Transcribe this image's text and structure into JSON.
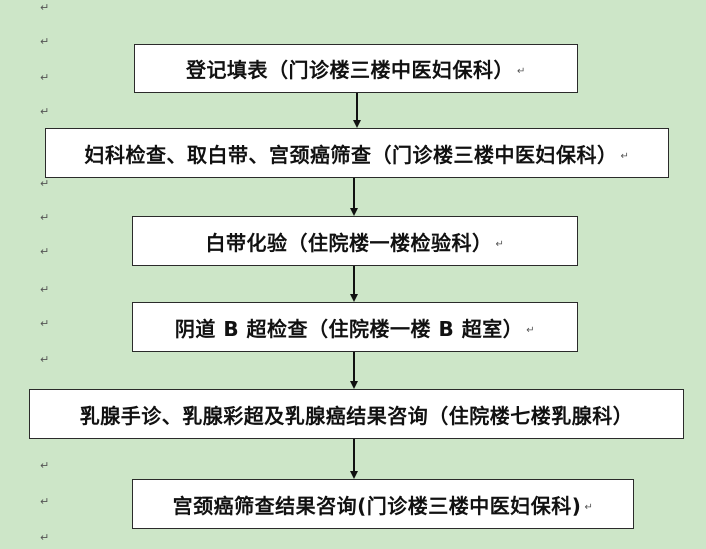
{
  "paragraph_mark": "↵",
  "steps": [
    {
      "label": "登记填表（门诊楼三楼中医妇保科）"
    },
    {
      "label": "妇科检查、取白带、宫颈癌筛查（门诊楼三楼中医妇保科）"
    },
    {
      "label": "白带化验（住院楼一楼检验科）"
    },
    {
      "label": "阴道 B 超检查（住院楼一楼 B 超室）"
    },
    {
      "label": "乳腺手诊、乳腺彩超及乳腺癌结果咨询（住院楼七楼乳腺科）"
    },
    {
      "label": "宫颈癌筛查结果咨询(门诊楼三楼中医妇保科)"
    }
  ]
}
